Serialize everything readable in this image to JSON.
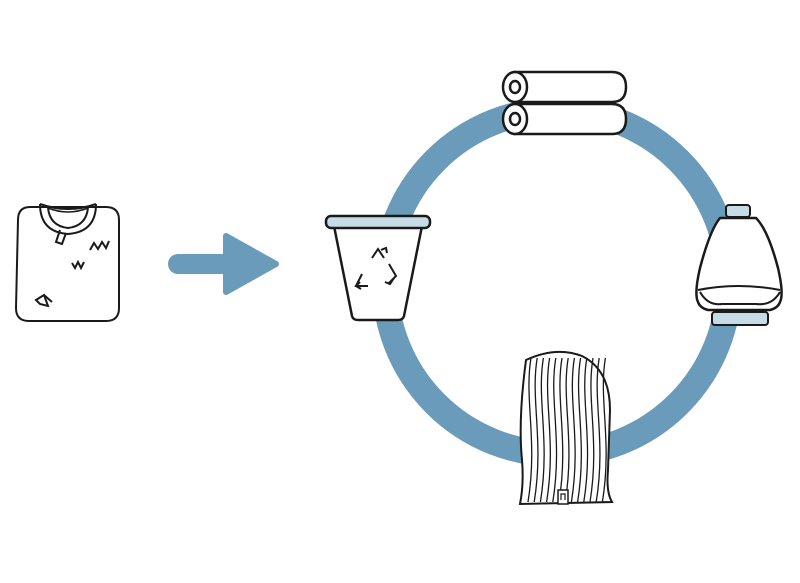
{
  "diagram": {
    "colors": {
      "cycle_ring": "#6a9bbb",
      "arrow": "#6a9bbb",
      "accent_fill": "#c7dbe7",
      "outline": "#1a1a1a",
      "background": "#ffffff"
    },
    "nodes": [
      {
        "id": "worn-tshirt",
        "icon": "folded-tshirt-icon"
      },
      {
        "id": "recycling-bin",
        "icon": "recycle-bin-icon"
      },
      {
        "id": "fabric-rolls",
        "icon": "fabric-roll-icon"
      },
      {
        "id": "yarn-cone",
        "icon": "yarn-cone-icon"
      },
      {
        "id": "knitted-fabric",
        "icon": "knitted-fabric-icon"
      }
    ],
    "edges": [
      {
        "from": "worn-tshirt",
        "to": "recycling-bin",
        "type": "arrow"
      }
    ],
    "cycle": [
      "recycling-bin",
      "fabric-rolls",
      "yarn-cone",
      "knitted-fabric"
    ]
  }
}
